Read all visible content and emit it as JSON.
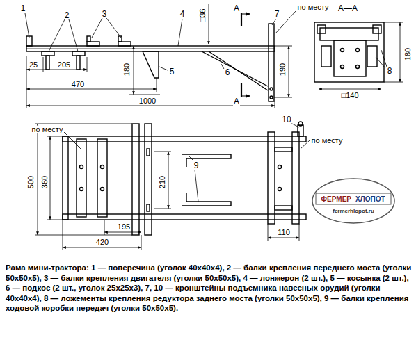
{
  "diagram": {
    "caption": "Рама мини-трактора: 1 — поперечина (уголок 40х40х4), 2 — балки крепления переднего моста (уголки 50х50х5), 3 — балки крепления двигателя (уголки 50х50х5), 4 — лонжерон (2 шт.), 5 — косынка (2 шт.), 6 — подкос (2 шт., уголок 25х25х3), 7, 10 — кронштейны подъемника навесных орудий (уголки 40х40х4), 8 — ложементы крепления редуктора заднего моста (уголки 50х50х5), 9 — балки крепления ходовой коробки передач (уголки 50х50х5).",
    "nodes": [
      {
        "text": [
          "ФЕРМЕР",
          "ХЛОПОТ",
          "fermerhlopot.ru"
        ]
      }
    ],
    "labels": [
      "1",
      "2",
      "3",
      "4",
      "□36",
      "А",
      "7",
      "по месту",
      "25",
      "205",
      "180",
      "5",
      "6",
      "190",
      "470",
      "1000",
      "А",
      "А—А",
      "180",
      "□140",
      "8",
      "по месту",
      "10",
      "по месту",
      "500",
      "360",
      "210",
      "9",
      "195",
      "420",
      "110"
    ]
  }
}
